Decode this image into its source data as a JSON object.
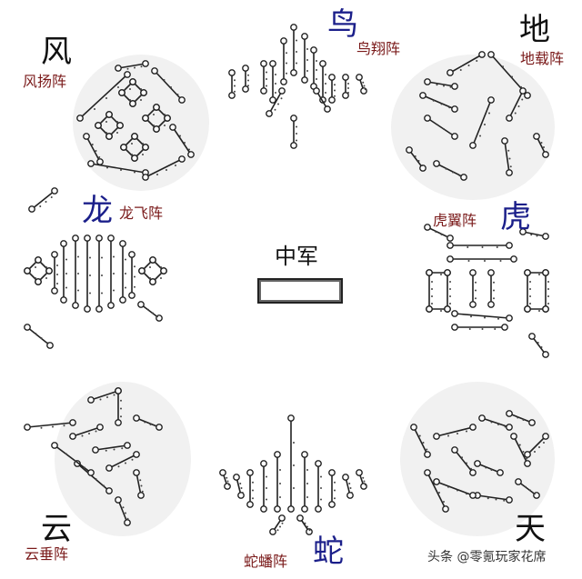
{
  "formations": {
    "feng": {
      "big": "风",
      "sub": "风扬阵"
    },
    "niao": {
      "big": "鸟",
      "sub": "鸟翔阵"
    },
    "di": {
      "big": "地",
      "sub": "地载阵"
    },
    "long": {
      "big": "龙",
      "sub": "龙飞阵"
    },
    "hu": {
      "big": "虎",
      "sub": "虎翼阵"
    },
    "yun": {
      "big": "云",
      "sub": "云垂阵"
    },
    "she": {
      "big": "蛇",
      "sub": "蛇蟠阵"
    },
    "tian": {
      "big": "天",
      "sub": ""
    }
  },
  "center": {
    "label": "中军"
  },
  "watermark": "头条 @零氪玩家花席",
  "colors": {
    "highlight": "#1b1f8a",
    "subtitle": "#7a1a1a",
    "ink": "#111111"
  }
}
